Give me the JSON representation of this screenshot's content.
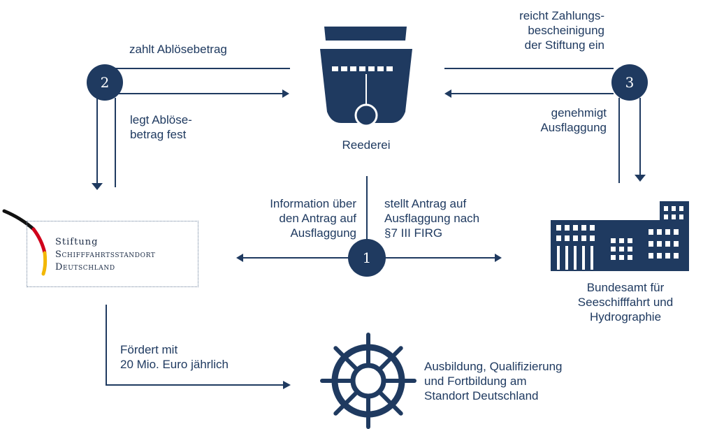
{
  "colors": {
    "primary": "#1f3a60",
    "line": "#1f3a60",
    "flag_black": "#111111",
    "flag_red": "#d0021b",
    "flag_gold": "#f2b705"
  },
  "steps": {
    "one": "1",
    "two": "2",
    "three": "3"
  },
  "nodes": {
    "reederei": "Reederei",
    "bsh": "Bundesamt für\nSeeschifffahrt und\nHydrographie",
    "stiftung": {
      "line1": "Stiftung",
      "line2": "Schifffahrtsstandort",
      "line3": "Deutschland"
    },
    "ausbildung": "Ausbildung, Qualifizierung\nund Fortbildung am\nStandort Deutschland"
  },
  "edges": {
    "zahlt": "zahlt Ablösebetrag",
    "legt": "legt Ablöse-\nbetrag fest",
    "reicht": "reicht Zahlungs-\nbescheinigung\nder Stiftung ein",
    "genehmigt": "genehmigt\nAusflaggung",
    "information": "Information über\nden Antrag auf\nAusflaggung",
    "stellt": "stellt Antrag auf\nAusflaggung nach\n§7 III FIRG",
    "foerdert": "Fördert mit\n20 Mio. Euro jährlich"
  },
  "icons": {
    "ship": "ship-bow-icon",
    "building": "office-building-icon",
    "wheel": "ship-wheel-icon"
  }
}
